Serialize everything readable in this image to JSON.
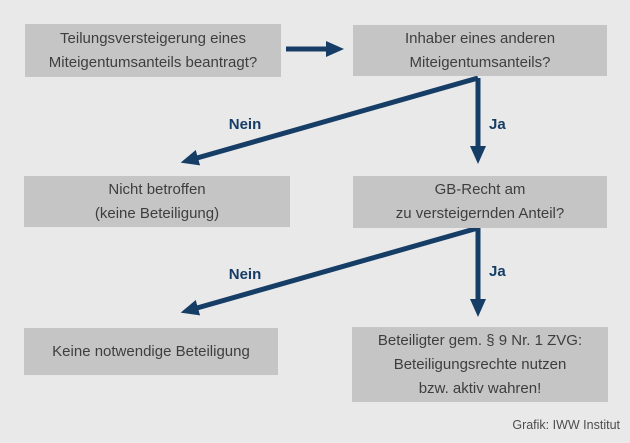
{
  "colors": {
    "background": "#e9e9e9",
    "box_fill": "#c5c5c5",
    "box_text": "#3e3e3e",
    "arrow_color": "#163d66",
    "credit_text": "#4d4d4d"
  },
  "nodes": [
    {
      "id": "question-teilungsversteigerung",
      "lines": [
        "Teilungsversteigerung eines",
        "Miteigentumsanteils beantragt?"
      ]
    },
    {
      "id": "question-inhaber",
      "lines": [
        "Inhaber eines anderen",
        "Miteigentumsanteils?"
      ]
    },
    {
      "id": "result-nicht-betroffen",
      "lines": [
        "Nicht betroffen",
        "(keine Beteiligung)"
      ]
    },
    {
      "id": "question-gb-recht",
      "lines": [
        "GB-Recht am",
        "zu versteigernden Anteil?"
      ]
    },
    {
      "id": "result-keine-beteiligung",
      "lines": [
        "Keine notwendige Beteiligung"
      ]
    },
    {
      "id": "result-beteiligter",
      "lines": [
        "Beteiligter gem. § 9 Nr. 1 ZVG:",
        "Beteiligungsrechte nutzen",
        "bzw. aktiv wahren!"
      ]
    }
  ],
  "edge_labels": {
    "no1": "Nein",
    "yes1": "Ja",
    "no2": "Nein",
    "yes2": "Ja"
  },
  "footer": {
    "credit": "Grafik: IWW Institut"
  }
}
